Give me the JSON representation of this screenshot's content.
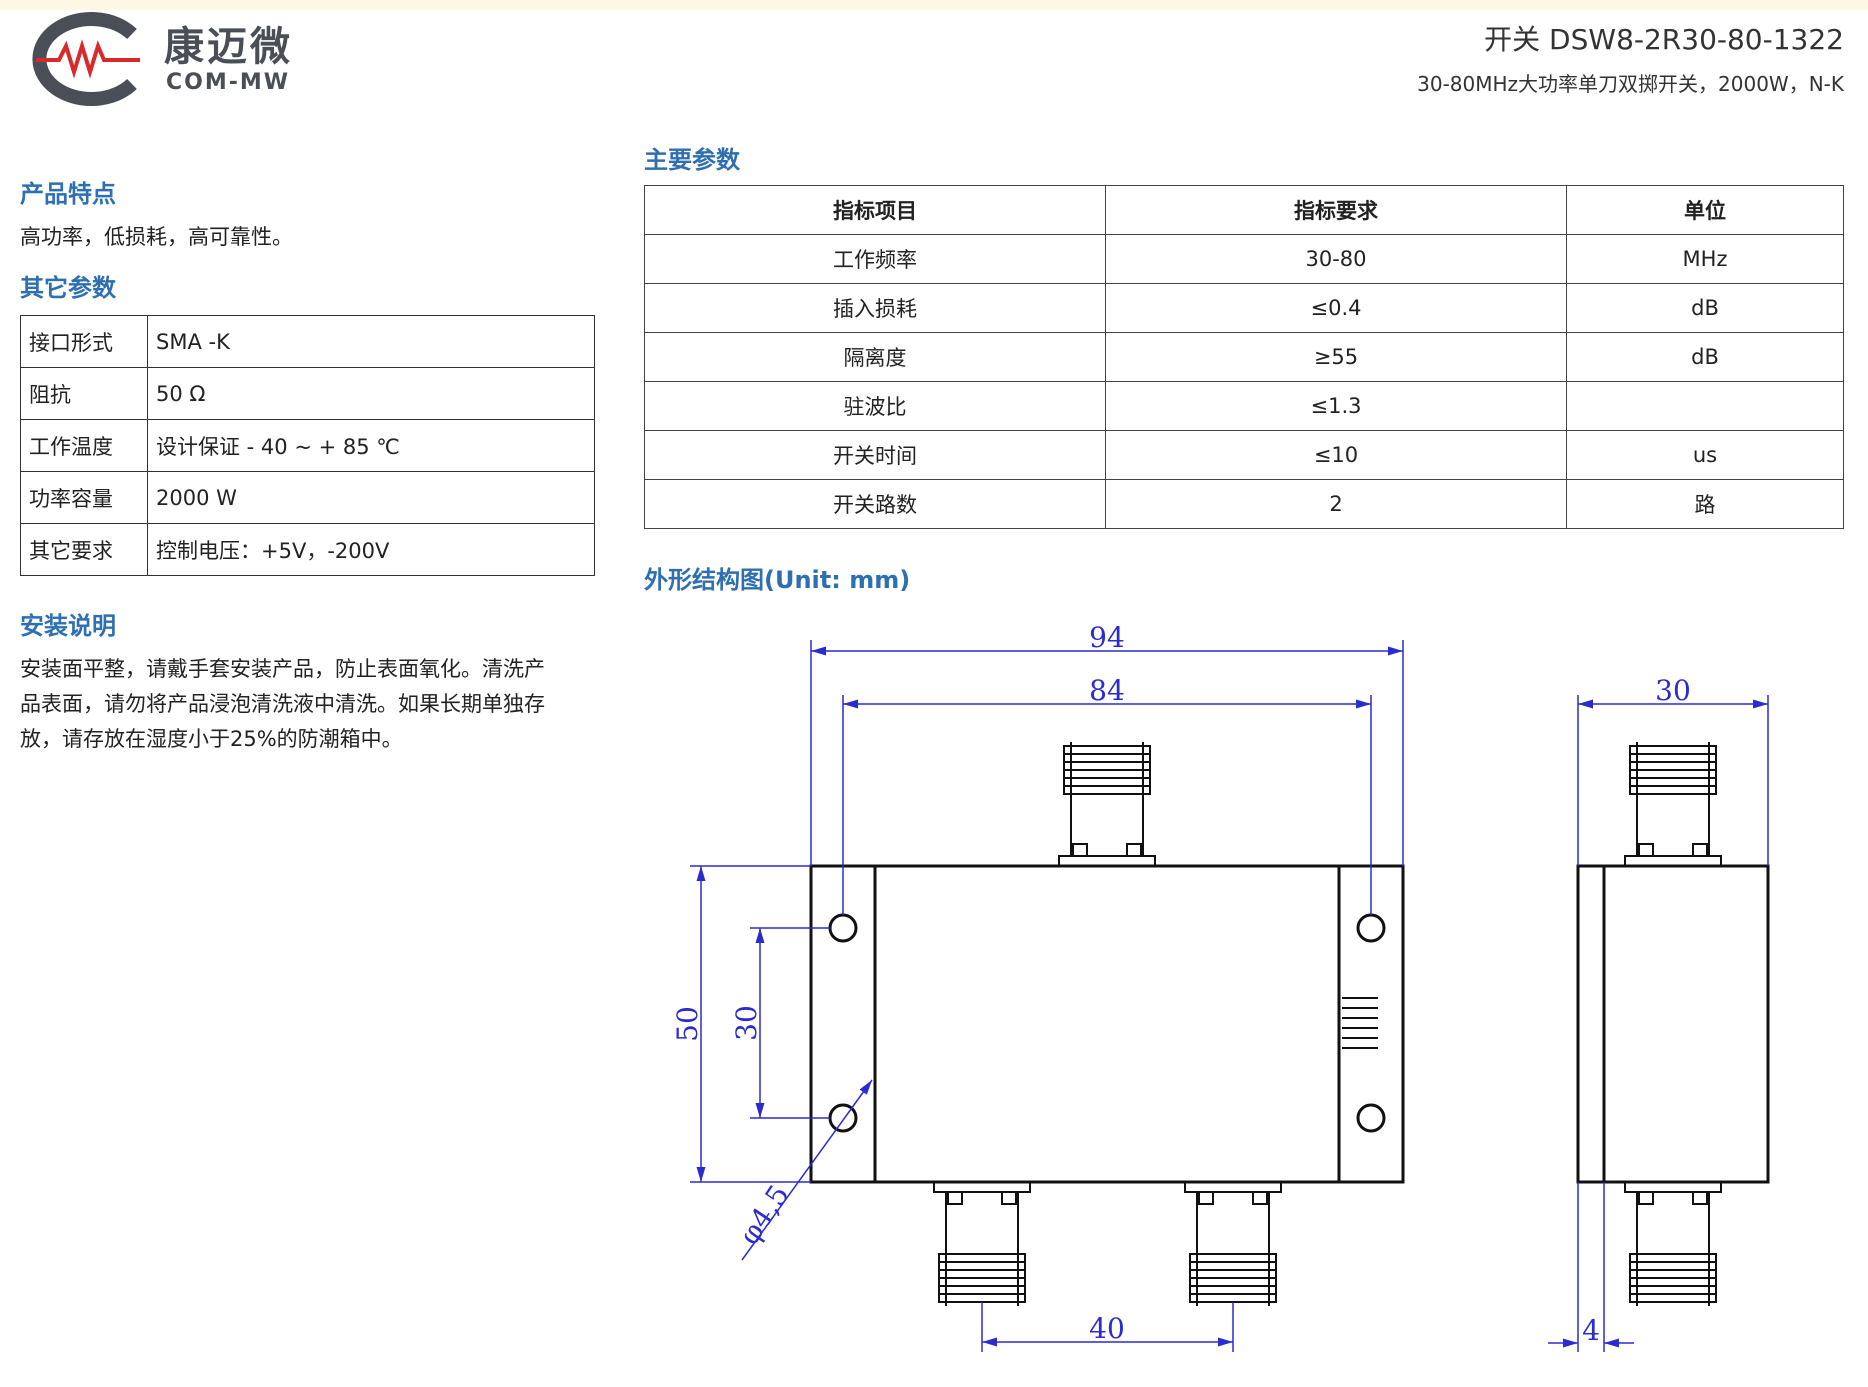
{
  "header": {
    "logo_mark": "MW",
    "logo_cn": "康迈微",
    "logo_en": "COM-MW",
    "model": "开关 DSW8-2R30-80-1322",
    "subtitle": "30-80MHz大功率单刀双掷开关，2000W，N-K"
  },
  "features": {
    "title": "产品特点",
    "text": "高功率，低损耗，高可靠性。"
  },
  "other_params": {
    "title": "其它参数",
    "rows": [
      {
        "key": "接口形式",
        "value": "SMA -K"
      },
      {
        "key": "阻抗",
        "value": "50 Ω"
      },
      {
        "key": "工作温度",
        "value": "设计保证 - 40 ~ + 85 ℃"
      },
      {
        "key": "功率容量",
        "value": "2000 W"
      },
      {
        "key": "其它要求",
        "value": "控制电压：+5V，-200V"
      }
    ]
  },
  "install": {
    "title": "安装说明",
    "lines": [
      "安装面平整，请戴手套安装产品，防止表面氧化。清洗产",
      "品表面，请勿将产品浸泡清洗液中清洗。如果长期单独存",
      "放，请存放在湿度小于25%的防潮箱中。"
    ]
  },
  "main_params": {
    "title": "主要参数",
    "headers": [
      "指标项目",
      "指标要求",
      "单位"
    ],
    "rows": [
      [
        "工作频率",
        "30-80",
        "MHz"
      ],
      [
        "插入损耗",
        "≤0.4",
        "dB"
      ],
      [
        "隔离度",
        "≥55",
        "dB"
      ],
      [
        "驻波比",
        "≤1.3",
        ""
      ],
      [
        "开关时间",
        "≤10",
        "us"
      ],
      [
        "开关路数",
        "2",
        "路"
      ]
    ]
  },
  "drawing": {
    "title": "外形结构图(Unit: mm)",
    "dims": {
      "overall_length": "94",
      "hole_spacing_length": "84",
      "height": "50",
      "hole_spacing_height": "30",
      "hole_diameter": "φ4,5",
      "connector_spacing": "40",
      "depth": "30",
      "flange": "4"
    },
    "colors": {
      "dimension": "#2b2bd0",
      "outline": "#111111"
    }
  }
}
